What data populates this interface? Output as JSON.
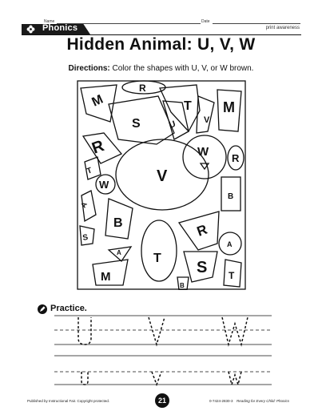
{
  "header": {
    "name_label": "Name",
    "date_label": "Date",
    "section": "Phonics",
    "subject": "print awareness"
  },
  "title": "Hidden Animal: U, V, W",
  "directions": {
    "label": "Directions:",
    "text": " Color the shapes with U, V, or W brown."
  },
  "puzzle_letters": {
    "oval_top": "R",
    "m_left": "M",
    "s_big": "S",
    "u_mid": "U",
    "t_top": "T",
    "v_small": "V",
    "m_right": "M",
    "r_left": "R",
    "t_small": "T",
    "w_circle_left": "W",
    "v_center": "V",
    "w_circle_right": "W",
    "r_right": "R",
    "b_right": "B",
    "a_left": "A",
    "b_mid": "B",
    "s_left": "S",
    "a_small": "A",
    "r_lower": "R",
    "t_oval": "T",
    "a_circle": "A",
    "m_bottom": "M",
    "s_bottom": "S",
    "b_small": "B",
    "t_bottom": "T"
  },
  "practice": {
    "label": "Practice.",
    "letters": [
      "U",
      "V",
      "W"
    ]
  },
  "footer": {
    "left": "Published by Instructional Fair. Copyright protected.",
    "page": "21",
    "right_code": "0-7424-2830-3",
    "right_title": "Reading for Every Child: Phonics"
  }
}
